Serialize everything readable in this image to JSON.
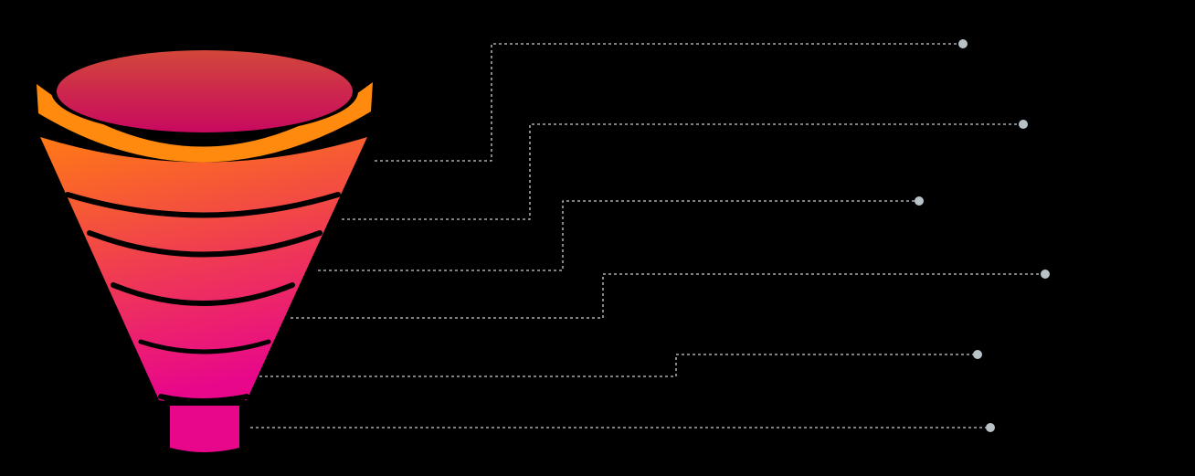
{
  "diagram": {
    "type": "funnel",
    "stage_count": 6,
    "colors": {
      "background": "#000000",
      "top_surface_start": "#d2473a",
      "top_surface_end": "#c8095f",
      "rim": "#ff8a0e",
      "body_top": "#ff7a15",
      "body_mid": "#f0404d",
      "body_bottom": "#e8078a",
      "separator": "#000000",
      "leader_line": "#c9cfd2",
      "leader_dot": "#b9c3c7"
    },
    "stages": [
      {
        "id": "stage-1"
      },
      {
        "id": "stage-2"
      },
      {
        "id": "stage-3"
      },
      {
        "id": "stage-4"
      },
      {
        "id": "stage-5"
      },
      {
        "id": "stage-6"
      }
    ]
  }
}
